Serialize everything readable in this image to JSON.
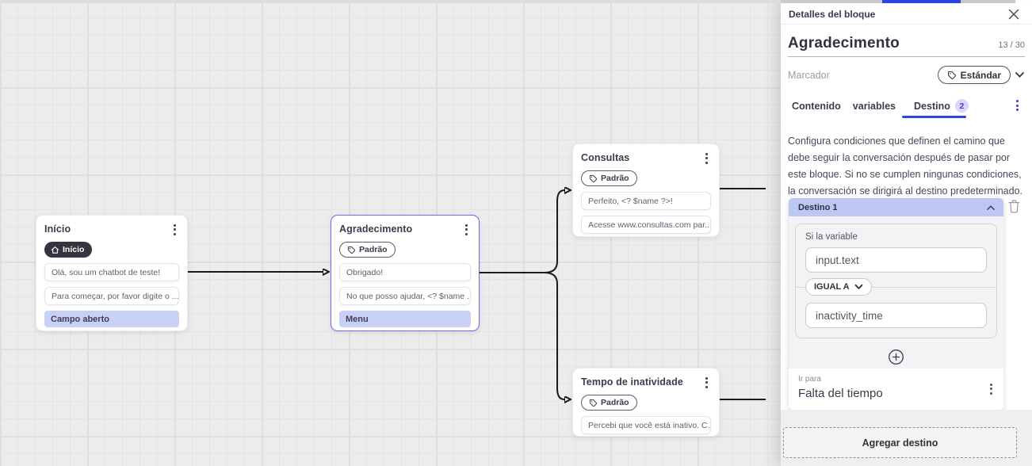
{
  "canvas": {
    "nodes": [
      {
        "title": "Início",
        "badge_label": "Início",
        "messages": [
          "Olá, sou um chatbot de teste!",
          "Para começar, por favor digite o ..."
        ],
        "action": "Campo aberto"
      },
      {
        "title": "Agradecimento",
        "badge_label": "Padrão",
        "messages": [
          "Obrigado!",
          "No que posso ajudar, <? $name ..."
        ],
        "action": "Menu"
      },
      {
        "title": "Consultas",
        "badge_label": "Padrão",
        "messages": [
          "Perfeito, <? $name ?>!",
          "Acesse www.consultas.com par..."
        ]
      },
      {
        "title": "Tempo de inatividade",
        "badge_label": "Padrão",
        "messages": [
          "Percebi que você está inativo. C..."
        ]
      }
    ]
  },
  "panel": {
    "header_title": "Detalles del bloque",
    "block_name": "Agradecimento",
    "char_counter": "13 / 30",
    "marker_label": "Marcador",
    "marker_value": "Estándar",
    "tabs": [
      {
        "label": "Contenido"
      },
      {
        "label": "variables"
      },
      {
        "label": "Destino",
        "badge": "2",
        "active": true
      }
    ],
    "description": "Configura condiciones que definen el camino que debe seguir la conversación después de pasar por este bloque. Si no se cumplen ningunas condiciones, la conversación se dirigirá al destino predeterminado.",
    "destination_1": {
      "title": "Destino 1",
      "if_variable_label": "Si la variable",
      "variable_value": "input.text",
      "operator_value": "IGUAL A",
      "comparison_value": "inactivity_time",
      "go_to_label": "Ir para",
      "go_to_value": "Falta del tiempo"
    },
    "add_destination_label": "Agregar destino"
  },
  "colors": {
    "accent_blue": "#2b46e0",
    "selected_node_border": "#7468dd",
    "destination_header_bg": "#bdc8f2",
    "highlight_row_bg": "#c7d1f5",
    "dark_badge_bg": "#35353f",
    "edge_color": "#1b1b1b"
  }
}
